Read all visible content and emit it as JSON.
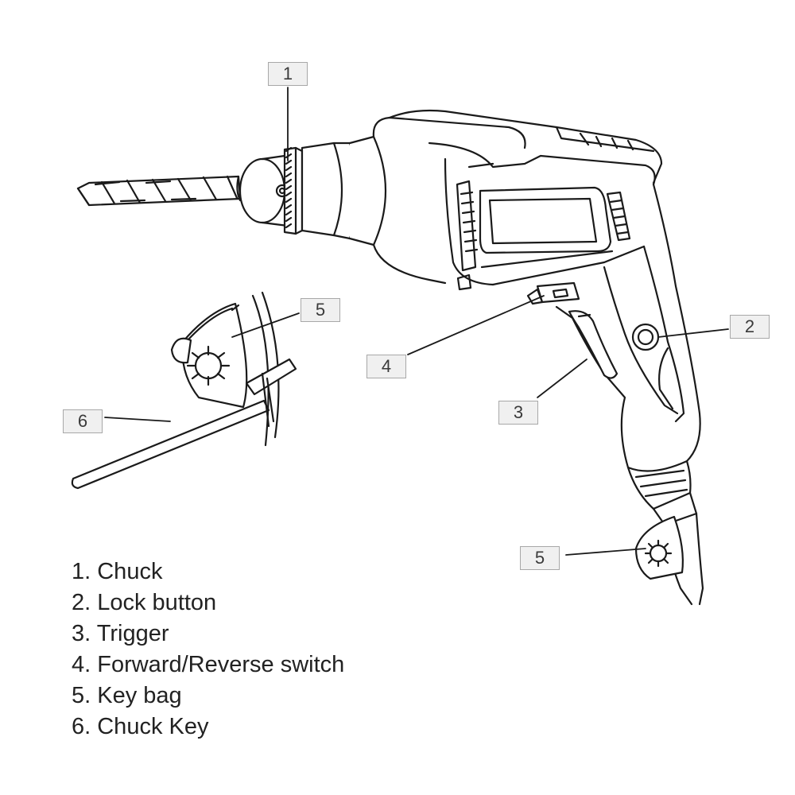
{
  "callouts": {
    "chuck": "1",
    "lock_button": "2",
    "trigger": "3",
    "switch": "4",
    "key_bag": "5",
    "chuck_key": "6"
  },
  "legend": [
    "1. Chuck",
    "2. Lock button",
    "3. Trigger",
    "4. Forward/Reverse switch",
    "5. Key bag",
    "6. Chuck Key"
  ],
  "colors": {
    "line": "#1a1a1a",
    "callout_fill": "#f0f0f0",
    "callout_border": "#a8a8a8"
  }
}
